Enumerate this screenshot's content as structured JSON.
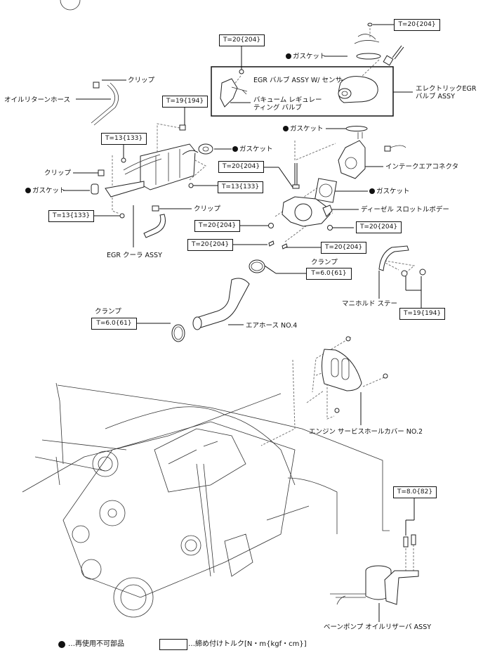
{
  "diagram": {
    "title": "EGR / Intake component layout",
    "torque": {
      "t20_top": "T=20{204}",
      "t20_valve": "T=20{204}",
      "t19_cooler": "T=19{194}",
      "t13_top": "T=13{133}",
      "t20_bolt": "T=20{204}",
      "t13_right": "T=13{133}",
      "t13_bottom": "T=13{133}",
      "t20_nut_left": "T=20{204}",
      "t20_nut_right": "T=20{204}",
      "t20_bolt_left": "T=20{204}",
      "t20_bolt_right": "T=20{204}",
      "t6_clamp_upper": "T=6.0{61}",
      "t6_clamp_lower": "T=6.0{61}",
      "t19_stay": "T=19{194}",
      "t8_reservoir": "T=8.0{82}"
    },
    "parts": {
      "gasket_upper": "ガスケット",
      "egr_valve_sensor": "EGR  バルブ ASSY W/ センサ",
      "vacuum_reg_line1": "バキューム レギュレー",
      "vacuum_reg_line2": "ティング バルブ",
      "electric_egr_line1": "エレクトリックEGR",
      "electric_egr_line2": "バルブ ASSY",
      "clip_top": "クリップ",
      "oil_return_hose": "オイルリターンホース",
      "gasket_lower_valve": "ガスケット",
      "gasket_cooler_flange": "ガスケット",
      "intake_air_connector": "インテークエアコネクタ",
      "clip_left": "クリップ",
      "gasket_left": "ガスケット",
      "gasket_throttle": "ガスケット",
      "diesel_throttle_body": "ディーゼル スロットルボデー",
      "clip_lower": "クリップ",
      "egr_cooler_assy": "EGR クーラ ASSY",
      "clamp_upper": "クランプ",
      "clamp_lower": "クランプ",
      "air_hose_no4": "エアホース NO.4",
      "manifold_stay": "マニホルド ステー",
      "service_hole_cover": "エンジン  サービスホールカバー NO.2",
      "vane_pump_reservoir": "ベーンポンプ  オイルリザーバ ASSY"
    },
    "legend": {
      "non_reusable": "…再使用不可部品",
      "torque_spec": "…締め付けトルク[N・m{kgf・cm}]"
    }
  }
}
